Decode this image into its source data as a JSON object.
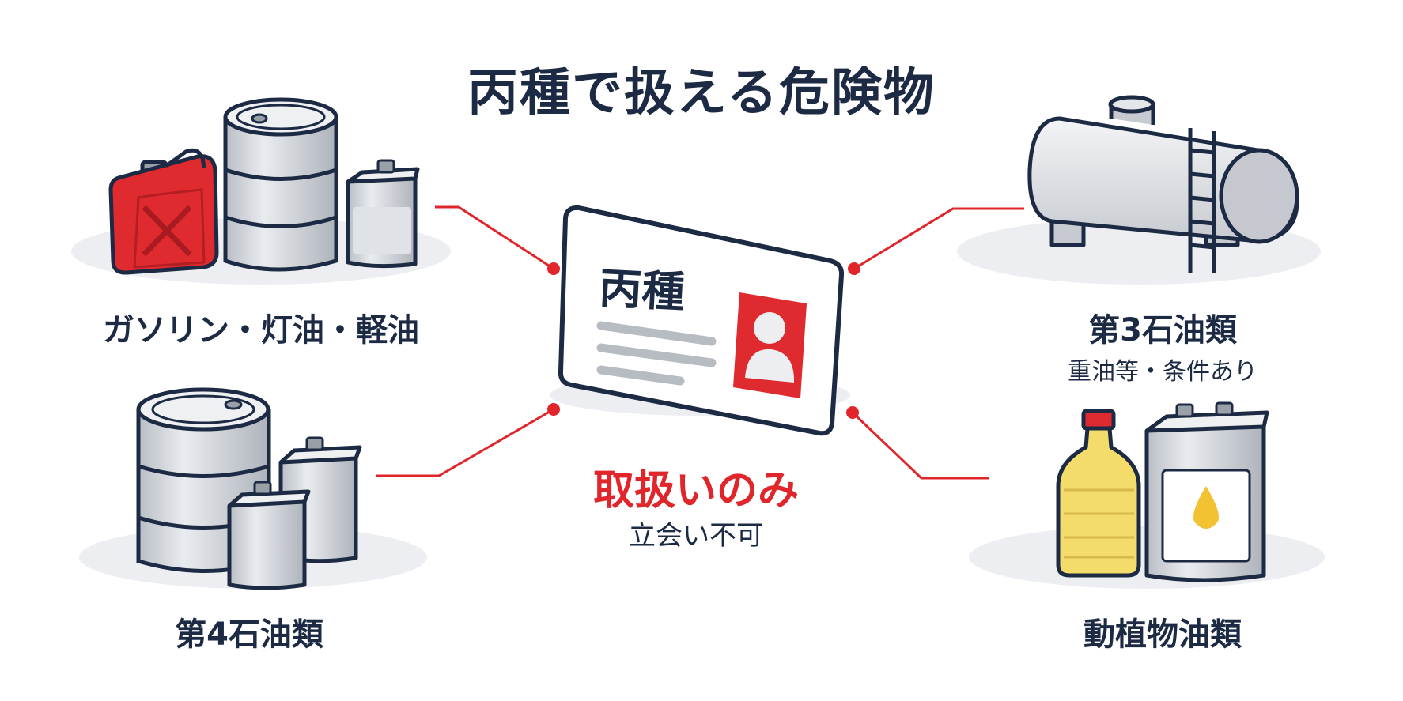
{
  "title": "丙種で扱える危険物",
  "license_card": {
    "title": "丙種"
  },
  "center": {
    "handling": "取扱いのみ",
    "no_witness": "立会い不可"
  },
  "categories": {
    "gasoline": {
      "label": "ガソリン・灯油・軽油"
    },
    "class4": {
      "label": "第4石油類"
    },
    "class3": {
      "label": "第3石油類",
      "sub": "重油等・条件あり"
    },
    "plant_oil": {
      "label": "動植物油類"
    }
  },
  "colors": {
    "accent": "#e0262b",
    "navy": "#1c2a44",
    "metal": "#cfd3d9",
    "oil": "#f3dc6a"
  }
}
